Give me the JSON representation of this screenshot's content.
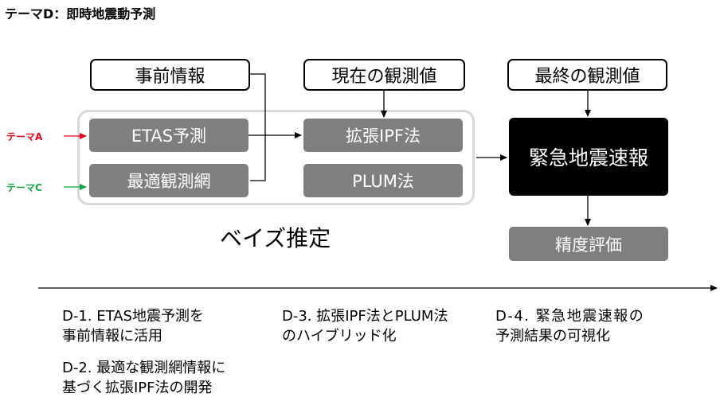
{
  "title": "テーマD：即時地震動予測",
  "inputs": {
    "prior_info": "事前情報",
    "current_obs": "現在の観測値",
    "final_obs": "最終の観測値"
  },
  "themes": {
    "theme_a": "テーマA",
    "theme_c": "テーマC",
    "theme_a_color": "#e8001c",
    "theme_c_color": "#11a544"
  },
  "methods": {
    "etas": "ETAS予測",
    "optimal_network": "最適観測網",
    "ipf": "拡張IPF法",
    "plum": "PLUM法"
  },
  "bayes_label": "ベイズ推定",
  "eew": "緊急地震速報",
  "accuracy": "精度評価",
  "notes": {
    "d1": [
      "D-1. ETAS地震予測を",
      "事前情報に活用"
    ],
    "d2": [
      "D-2. 最適な観測網情報に",
      "基づく拡張IPF法の開発"
    ],
    "d3": [
      "D-3. 拡張IPF法とPLUM法",
      "のハイブリッド化"
    ],
    "d4": [
      "D-4. 緊急地震速報の",
      "予測結果の可視化"
    ]
  }
}
